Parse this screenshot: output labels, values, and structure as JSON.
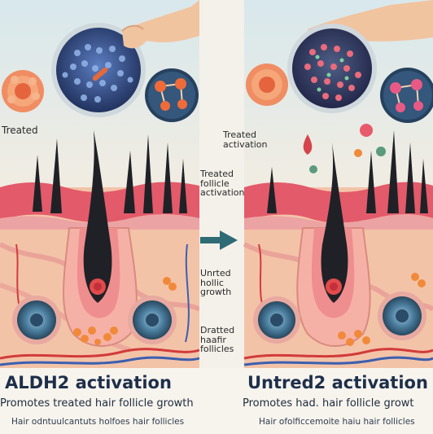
{
  "colors": {
    "background": "#f4f1ea",
    "skin_top": "#e35a6a",
    "tissue": "#f3c3a8",
    "tissue_pink": "#eca3a3",
    "bulb": "#ef8e8e",
    "hair": "#1f2126",
    "title": "#1e2f4a",
    "arrow": "#2e6b75",
    "vessel_red": "#d23b3b",
    "vessel_blue": "#3b5fb0"
  },
  "icons": [
    "hand-icon",
    "magnifier-lens-icon",
    "molecule-icon",
    "cell-cluster-icon",
    "follicle-icon",
    "arrow-right-icon"
  ],
  "left": {
    "label": "Treated",
    "title": "ALDH2 activation",
    "subtitle": "Promotes treated  hair follicle growth",
    "caption": "Hair odntuulcantuts holfoes hair follicles"
  },
  "middle": {
    "label_1": "Treated\nfollicle\nactivation",
    "label_2": "Unrted\nhollic\ngrowth",
    "label_3": "Dratted\nhaafir\nfollicles"
  },
  "right": {
    "label": "Treated\nactivation",
    "title": "Untred2 activation",
    "subtitle": "Promotes had. hair follicle growt",
    "caption": "Hair ofolficcemoite haiu hair follicles"
  }
}
